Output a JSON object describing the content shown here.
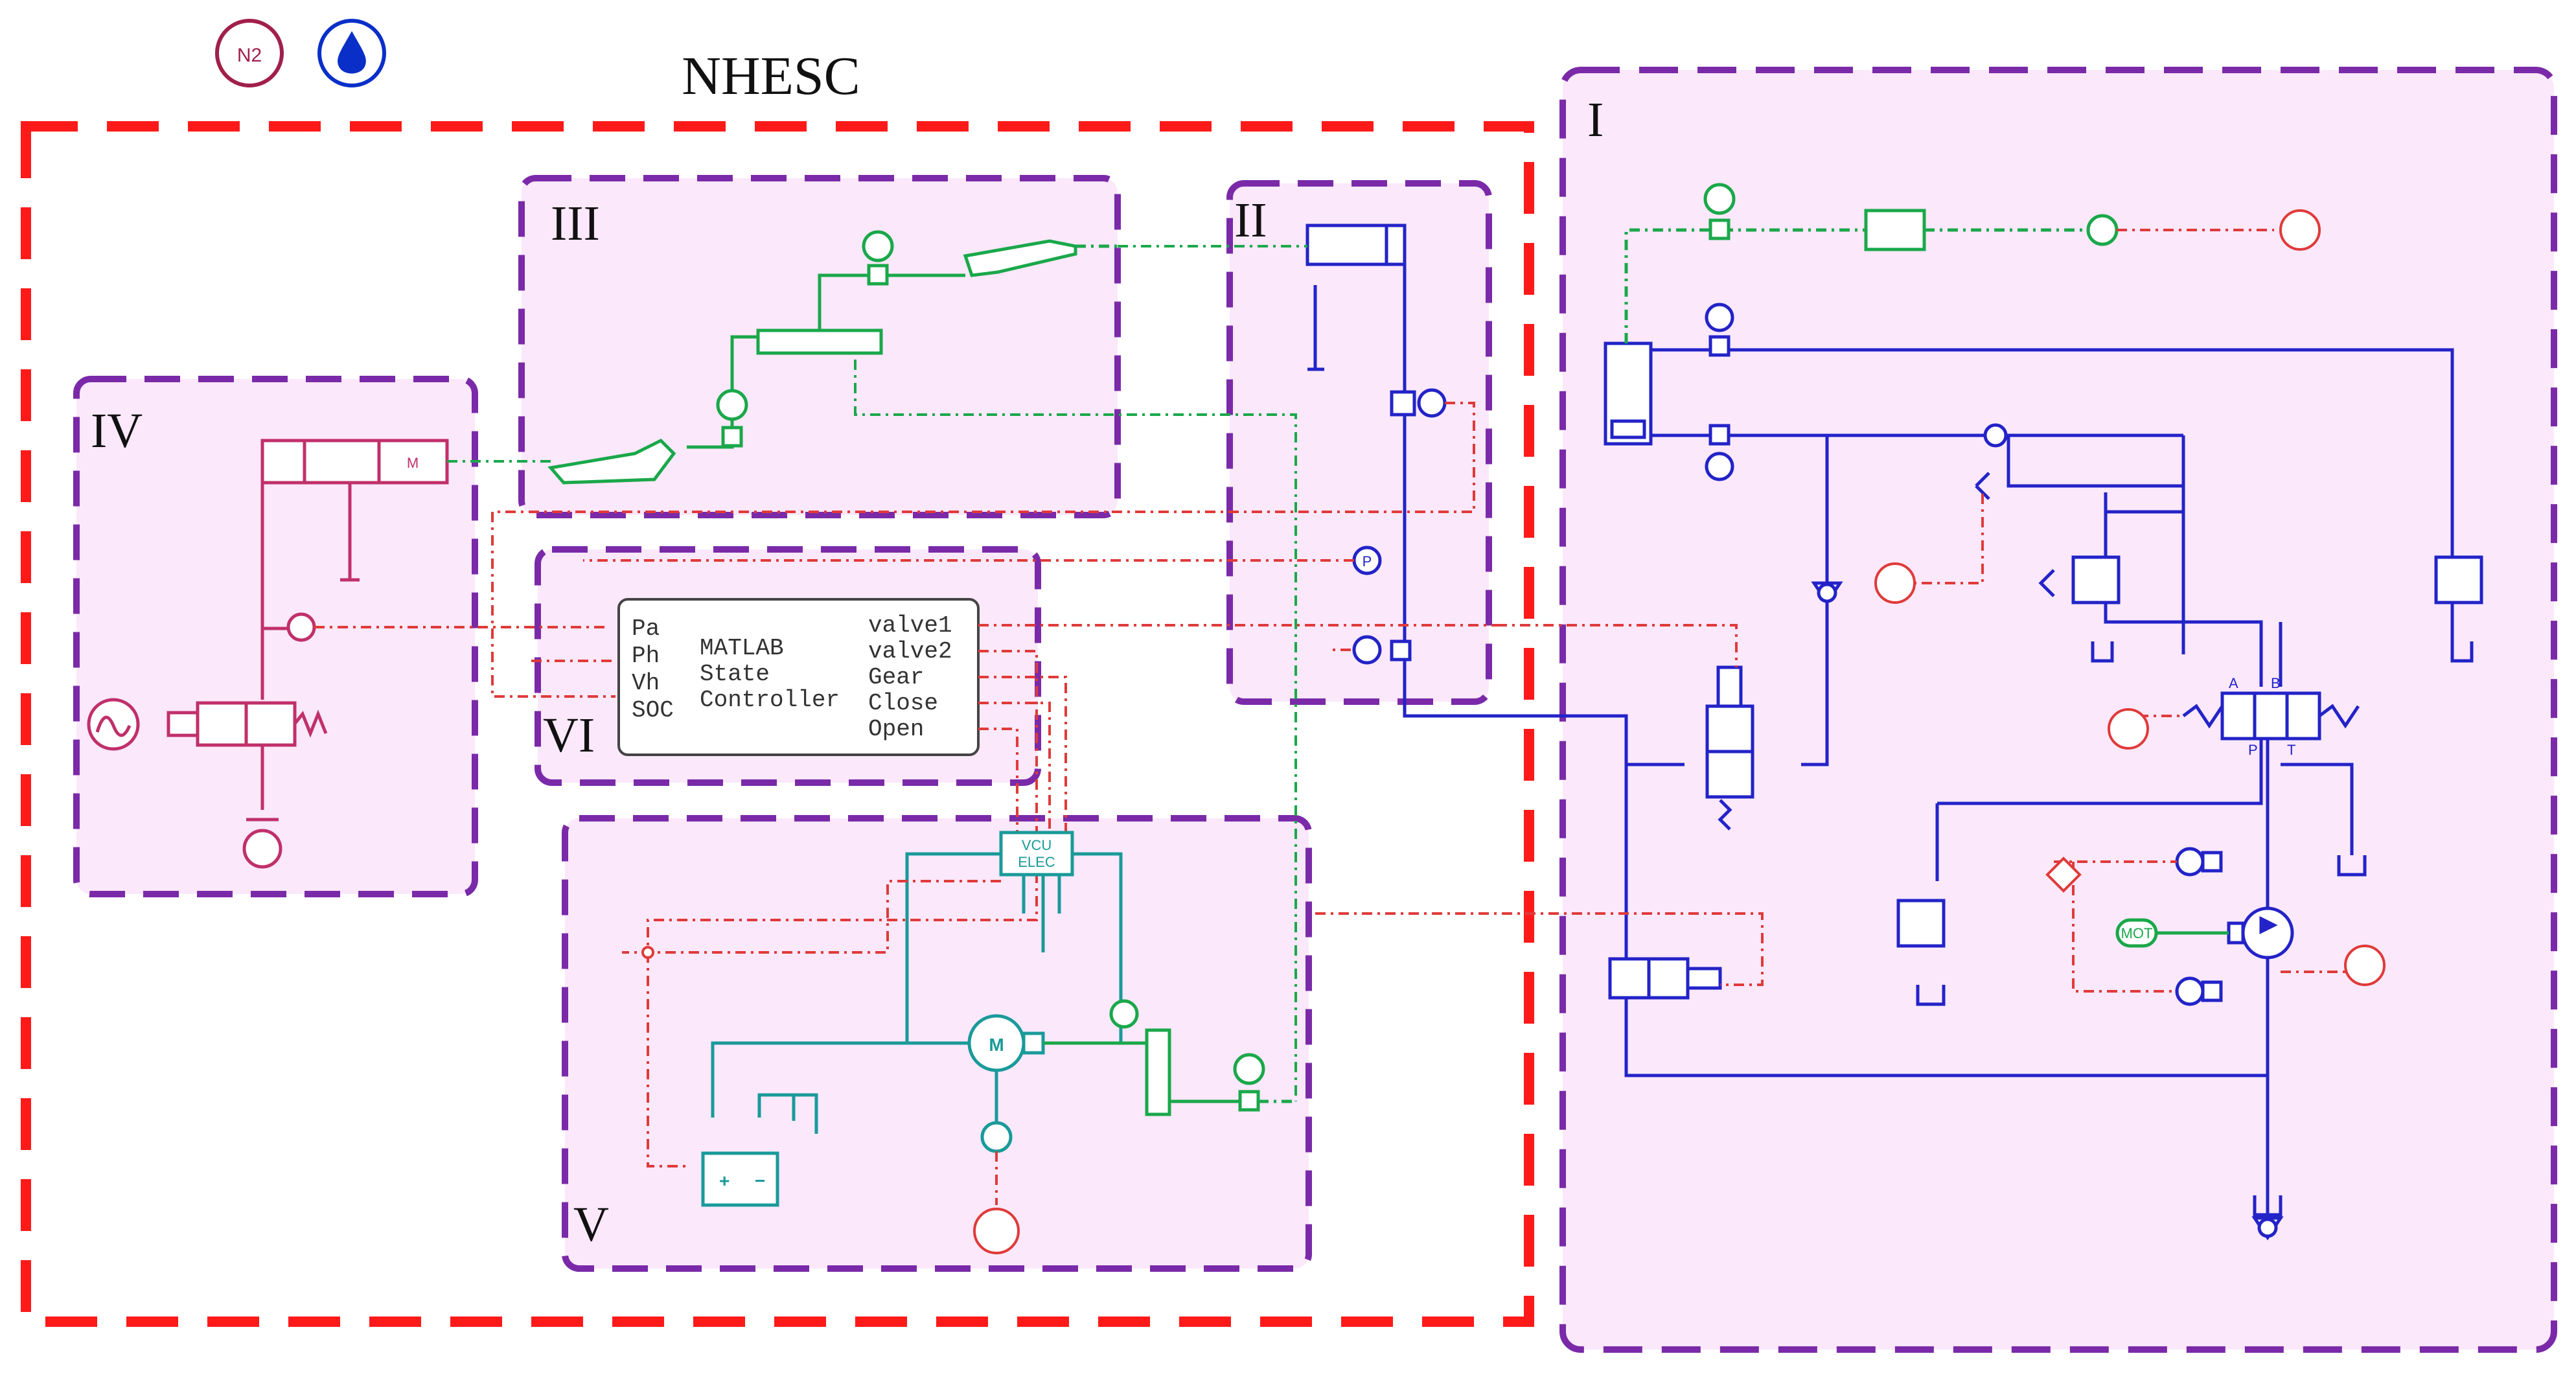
{
  "title": "NHESC",
  "legend_icons": [
    {
      "name": "nitrogen-icon",
      "label": "N2",
      "color": "#a0204a"
    },
    {
      "name": "water-drop-icon",
      "label": "",
      "color": "#0a2fc8"
    }
  ],
  "subsystems": {
    "I": "I",
    "II": "II",
    "III": "III",
    "IV": "IV",
    "V": "V",
    "VI": "VI"
  },
  "controller": {
    "inputs": [
      "Pa",
      "Ph",
      "Vh",
      "SOC"
    ],
    "label_line1": "MATLAB",
    "label_line2": "State",
    "label_line3": "Controller",
    "outputs": [
      "valve1",
      "valve2",
      "Gear",
      "Close",
      "Open"
    ]
  },
  "vcu": {
    "line1": "VCU",
    "line2": "ELEC"
  },
  "component_labels": {
    "motor": "M",
    "cylinder_motor": "M",
    "pressure_sensor": "P",
    "electric_motor": "MOT",
    "valve_port_a": "A",
    "valve_port_b": "B",
    "valve_port_p": "P",
    "valve_port_t": "T"
  },
  "colors": {
    "outer_border": "#ff1a1a",
    "subsystem_border": "#7a2aa8",
    "subsystem_fill": "#fbe8fb",
    "hydraulic": "#2323c8",
    "mechanical": "#1aa84a",
    "signal": "#e03a3a",
    "electrical": "#1a9a9a",
    "pneumatic": "#c0306a"
  }
}
